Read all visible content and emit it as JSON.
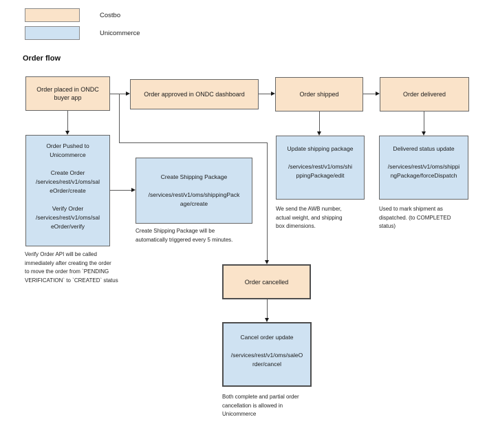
{
  "title": "Order flow",
  "legend": {
    "items": [
      {
        "label": "Costbo",
        "color": "#fae3c9"
      },
      {
        "label": "Unicommerce",
        "color": "#cfe2f2"
      }
    ]
  },
  "diagram": {
    "nodes": {
      "order_placed": {
        "type": "costbo",
        "text": "Order placed in ONDC\nbuyer app"
      },
      "order_approved": {
        "type": "costbo",
        "text": "Order approved in ONDC dashboard"
      },
      "order_shipped": {
        "type": "costbo",
        "text": "Order shipped"
      },
      "order_delivered": {
        "type": "costbo",
        "text": "Order delivered"
      },
      "order_pushed": {
        "type": "unicommerce",
        "text": "Order Pushed to\nUnicommerce\n\nCreate Order\n/services/rest/v1/oms/sal\neOrder/create\n\nVerify Order\n/services/rest/v1/oms/sal\neOrder/verify"
      },
      "create_shipping": {
        "type": "unicommerce",
        "text": "Create Shipping Package\n\n/services/rest/v1/oms/shippingPack\nage/create"
      },
      "update_shipping": {
        "type": "unicommerce",
        "text": "Update shipping package\n\n/services/rest/v1/oms/shi\nppingPackage/edit"
      },
      "delivered_status": {
        "type": "unicommerce",
        "text": "Delivered status update\n\n/services/rest/v1/oms/shippi\nngPackage/forceDispatch"
      },
      "order_cancelled": {
        "type": "costbo",
        "text": "Order cancelled"
      },
      "cancel_order": {
        "type": "unicommerce",
        "text": "Cancel order update\n\n/services/rest/v1/oms/saleO\nrder/cancel"
      }
    },
    "notes": {
      "verify_order": "Verify Order API will be called\nimmediately after creating the order\nto move the order from `PENDING\nVERIFICATION` to `CREATED` status",
      "create_shipping": "Create Shipping Package will be\nautomatically triggered every 5 minutes.",
      "update_shipping": "We send the AWB number,\nactual weight, and shipping\nbox dimensions.",
      "delivered_status": "Used to mark shipment as\ndispatched. (to COMPLETED\nstatus)",
      "cancel_order": "Both complete and partial order\ncancellation is allowed in\nUnicommerce"
    },
    "colors": {
      "costbo_fill": "#fae3c9",
      "unicommerce_fill": "#cfe2f2",
      "node_border": "#666666",
      "connector": "#595959"
    }
  }
}
